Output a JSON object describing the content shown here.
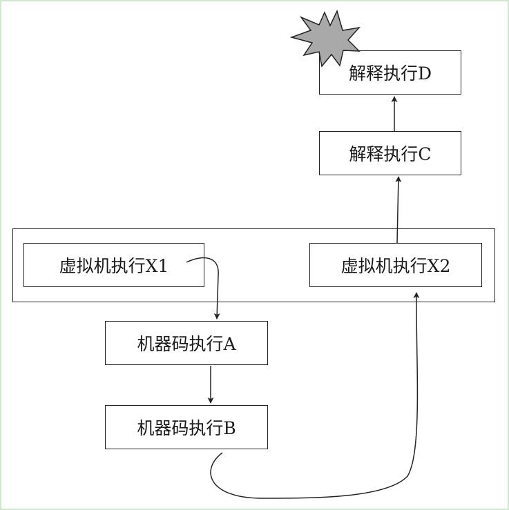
{
  "nodes": {
    "vm_x1": "虚拟机执行X1",
    "vm_x2": "虚拟机执行X2",
    "machine_a": "机器码执行A",
    "machine_b": "机器码执行B",
    "interp_c": "解释执行C",
    "interp_d": "解释执行D"
  },
  "icons": {
    "burst": "explosion-burst-icon"
  },
  "colors": {
    "stroke": "#222222",
    "burst_fill": "#a9a9a9",
    "frame_border": "#cfe6cf"
  }
}
